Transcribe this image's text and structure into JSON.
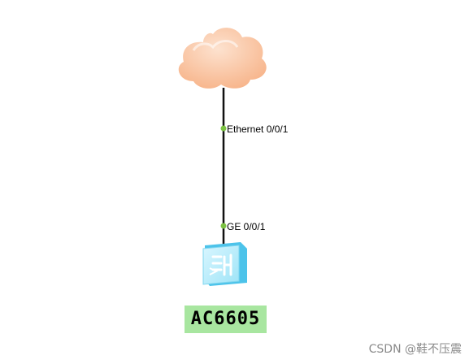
{
  "diagram": {
    "nodes": {
      "cloud": {
        "icon": "cloud-icon",
        "label": ""
      },
      "ac": {
        "icon": "access-controller-icon",
        "label": "AC6605"
      }
    },
    "link": {
      "top_port": "Ethernet 0/0/1",
      "bottom_port": "GE 0/0/1"
    }
  },
  "watermark": "CSDN @鞋不压震",
  "colors": {
    "cloud_fill": "#f7b48a",
    "cloud_highlight": "#fde2cf",
    "link_line": "#111111",
    "port_dot": "#7cc243",
    "label_bg": "#a8e6a0",
    "device_face": "#9ee4f7",
    "device_side": "#4cc3ea"
  }
}
